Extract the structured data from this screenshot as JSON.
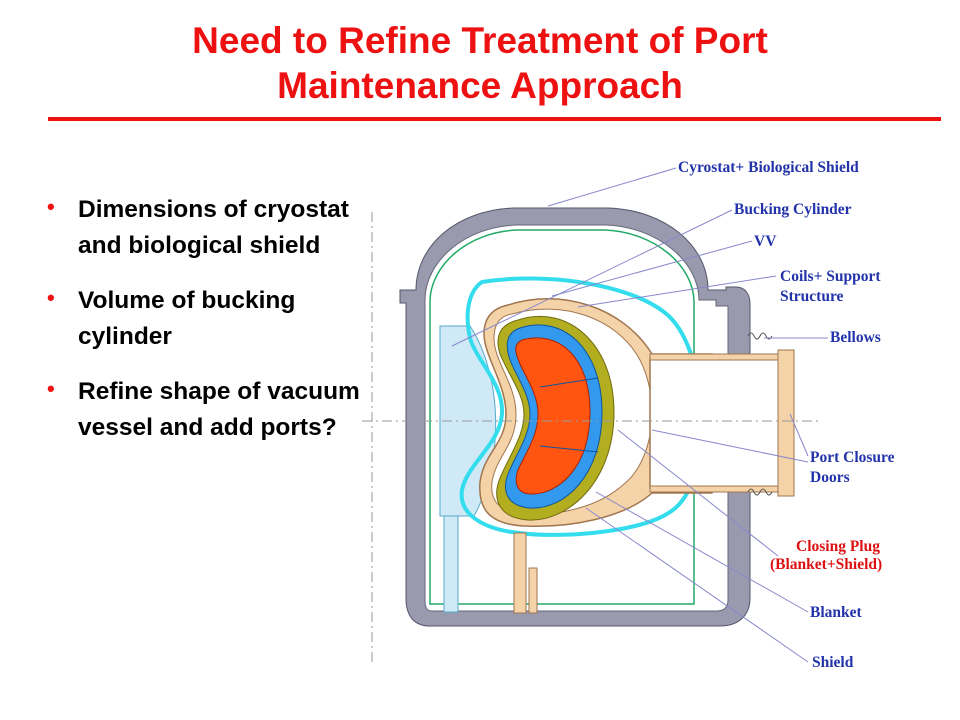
{
  "slide": {
    "title_line1": "Need to Refine Treatment of Port",
    "title_line2": "Maintenance Approach"
  },
  "bullets": [
    "Dimensions of cryostat and biological shield",
    "Volume of bucking cylinder",
    "Refine shape of vacuum vessel and add ports?"
  ],
  "diagram": {
    "labels": {
      "cryostat": "Cyrostat+ Biological Shield",
      "bucking": "Bucking Cylinder",
      "vv": "VV",
      "coils_1": "Coils+ Support",
      "coils_2": "Structure",
      "bellows": "Bellows",
      "port_1": "Port Closure",
      "port_2": "Doors",
      "plug_1": "Closing Plug",
      "plug_2": "(Blanket+Shield)",
      "blanket": "Blanket",
      "shield": "Shield"
    }
  },
  "colors": {
    "title": "#ee1111",
    "label_blue": "#2233aa",
    "label_red": "#dd1111",
    "cryostat": "#9a9aaf",
    "cyan_line": "#33ddee",
    "coil_fill": "#f5d3a8",
    "olive": "#b3ae1f",
    "blue_layer": "#3399ee",
    "plasma": "#ff5511",
    "bucking_fill": "#cfe9f7"
  }
}
